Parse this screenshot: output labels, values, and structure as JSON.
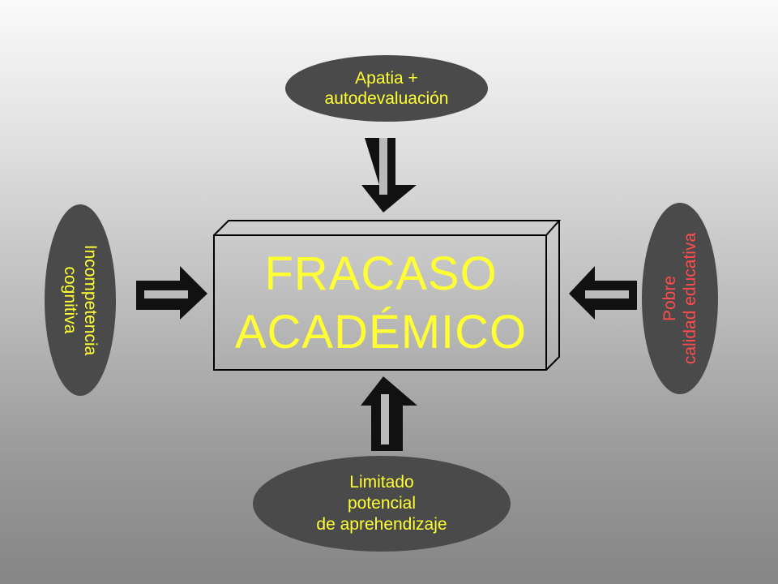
{
  "center": {
    "title_line1": "FRACASO",
    "title_line2": "ACADÉMICO",
    "text_color": "#ffff33"
  },
  "nodes": {
    "top": {
      "lines": [
        "Apatia +",
        "autodevaluación"
      ],
      "text_color": "#ffff33"
    },
    "bottom": {
      "lines": [
        "Limitado",
        "potencial",
        "de aprehendizaje"
      ],
      "text_color": "#ffff33"
    },
    "left": {
      "lines": [
        "Incompetencia",
        "cognitiva"
      ],
      "text_color": "#ffff33"
    },
    "right": {
      "lines": [
        "Pobre",
        "calidad educativa"
      ],
      "text_color": "#ff4d4d"
    }
  },
  "arrows": {
    "top": "arrow-down-icon",
    "bottom": "arrow-up-icon",
    "left": "arrow-right-icon",
    "right": "arrow-left-icon"
  },
  "colors": {
    "oval_fill": "#4a4a4a",
    "box_stroke": "#000000",
    "arrow_fill": "#000000"
  }
}
